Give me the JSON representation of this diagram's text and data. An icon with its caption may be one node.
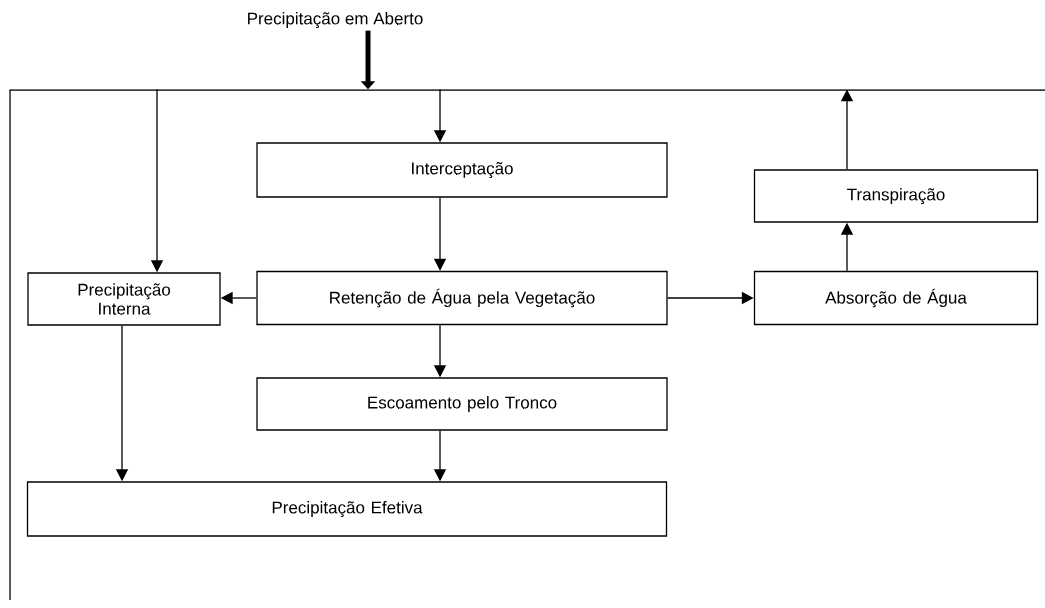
{
  "diagram": {
    "nodes": [
      {
        "text": [
          "Precipitação em Aberto"
        ]
      },
      {
        "text": [],
        "shape": "box"
      },
      {
        "text": [
          "Interceptação"
        ],
        "in": 1
      },
      {
        "text": [
          "Transpiração"
        ],
        "in": 1
      },
      {
        "text": [
          "Precipitação Interna"
        ],
        "in": 1
      },
      {
        "text": [
          "Retenção de Água pela Vegetação"
        ],
        "in": 1
      },
      {
        "text": [
          "Absorção de Água"
        ],
        "in": 1
      },
      {
        "text": [
          "Escoamento pelo Tronco"
        ],
        "in": 1
      },
      {
        "text": [
          "Precipitação Efetiva"
        ],
        "in": 1
      }
    ],
    "edges": [
      {
        "from": 0,
        "to": 1,
        "arrow": "to",
        "style": "thick"
      },
      {
        "from": 1,
        "to": 2,
        "arrow": "to"
      },
      {
        "from": 1,
        "to": 4,
        "arrow": "to"
      },
      {
        "from": 3,
        "to": 1,
        "arrow": "to"
      },
      {
        "from": 2,
        "to": 5,
        "arrow": "to"
      },
      {
        "from": 5,
        "to": 4,
        "arrow": "to"
      },
      {
        "from": 5,
        "to": 6,
        "arrow": "to"
      },
      {
        "from": 6,
        "to": 3,
        "arrow": "to"
      },
      {
        "from": 5,
        "to": 7,
        "arrow": "to"
      },
      {
        "from": 4,
        "to": 8,
        "arrow": "to"
      },
      {
        "from": 7,
        "to": 8,
        "arrow": "to"
      }
    ]
  }
}
